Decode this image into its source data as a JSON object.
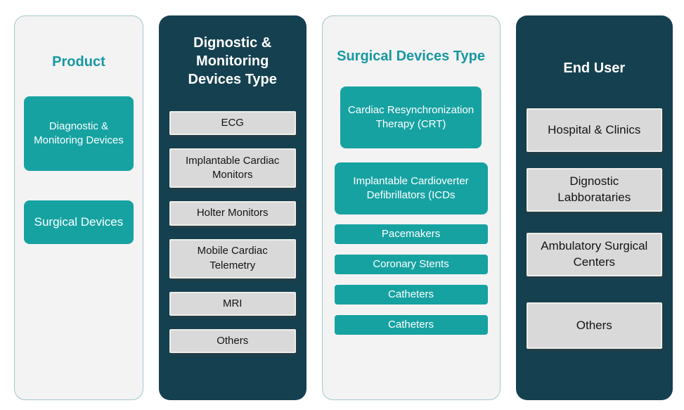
{
  "colors": {
    "teal_accent": "#17A2A2",
    "dark_panel": "#15404F",
    "light_panel": "#F3F3F3",
    "gray_box": "#D9D9D9"
  },
  "columns": [
    {
      "title": "Product",
      "items": [
        {
          "label": "Diagnostic & Monitoring Devices"
        },
        {
          "label": "Surgical Devices"
        }
      ]
    },
    {
      "title": "Dignostic & Monitoring Devices Type",
      "items": [
        {
          "label": "ECG"
        },
        {
          "label": "Implantable Cardiac Monitors"
        },
        {
          "label": "Holter Monitors"
        },
        {
          "label": "Mobile Cardiac Telemetry"
        },
        {
          "label": "MRI"
        },
        {
          "label": "Others"
        }
      ]
    },
    {
      "title": "Surgical Devices Type",
      "items": [
        {
          "label": "Cardiac Resynchronization Therapy (CRT)"
        },
        {
          "label": "Implantable Cardioverter Defibrillators (ICDs"
        },
        {
          "label": "Pacemakers"
        },
        {
          "label": "Coronary Stents"
        },
        {
          "label": "Catheters"
        },
        {
          "label": "Catheters"
        }
      ]
    },
    {
      "title": "End User",
      "items": [
        {
          "label": "Hospital & Clinics"
        },
        {
          "label": "Dignostic Labborataries"
        },
        {
          "label": "Ambulatory Surgical Centers"
        },
        {
          "label": "Others"
        }
      ]
    }
  ]
}
